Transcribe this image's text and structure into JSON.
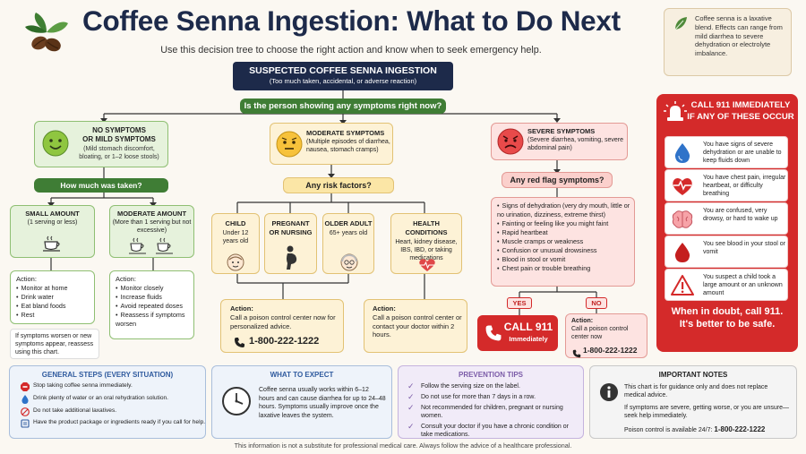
{
  "header": {
    "title": "Coffee Senna Ingestion: What to Do Next",
    "subtitle": "Use this decision tree to choose the right action and know when to seek emergency help."
  },
  "info_box": "Coffee senna is a laxative blend. Effects can range from mild diarrhea to severe dehydration or electrolyte imbalance.",
  "top": {
    "title": "SUSPECTED COFFEE SENNA INGESTION",
    "subtitle": "(Too much taken, accidental, or adverse reaction)",
    "question": "Is the person showing any symptoms right now?"
  },
  "mild": {
    "title_l1": "NO SYMPTOMS",
    "title_l2": "OR MILD SYMPTOMS",
    "desc": "(Mild stomach discomfort, bloating, or 1–2 loose stools)",
    "question": "How much was taken?",
    "small": {
      "title": "SMALL AMOUNT",
      "desc": "(1 serving or less)",
      "action_label": "Action:",
      "actions": [
        "Monitor at home",
        "Drink water",
        "Eat bland foods",
        "Rest"
      ],
      "note": "If symptoms worsen or new symptoms appear, reassess using this chart."
    },
    "moderate": {
      "title": "MODERATE AMOUNT",
      "desc": "(More than 1 serving but not excessive)",
      "action_label": "Action:",
      "actions": [
        "Monitor closely",
        "Increase fluids",
        "Avoid repeated doses",
        "Reassess if symptoms worsen"
      ]
    }
  },
  "moderate_sym": {
    "title": "MODERATE SYMPTOMS",
    "desc": "(Multiple episodes of diarrhea, nausea, stomach cramps)",
    "question": "Any risk factors?",
    "factors": [
      {
        "title": "CHILD",
        "desc": "Under 12 years old"
      },
      {
        "title": "PREGNANT OR NURSING",
        "desc": ""
      },
      {
        "title": "OLDER ADULT",
        "desc": "65+ years old"
      },
      {
        "title": "HEALTH CONDITIONS",
        "desc": "Heart, kidney disease, IBS, IBD, or taking medications"
      }
    ],
    "action_left": {
      "label": "Action:",
      "text": "Call a poison control center now for personalized advice.",
      "phone": "1-800-222-1222"
    },
    "action_right": {
      "label": "Action:",
      "text": "Call a poison control center or contact your doctor within 2 hours."
    }
  },
  "severe": {
    "title": "SEVERE SYMPTOMS",
    "desc": "(Severe diarrhea, vomiting, severe abdominal pain)",
    "question": "Any red flag symptoms?",
    "flags": [
      "Signs of dehydration (very dry mouth, little or no urination, dizziness, extreme thirst)",
      "Fainting or feeling like you might faint",
      "Rapid heartbeat",
      "Muscle cramps or weakness",
      "Confusion or unusual drowsiness",
      "Blood in stool or vomit",
      "Chest pain or trouble breathing"
    ],
    "yes": "YES",
    "no": "NO",
    "call_911": "CALL 911",
    "immediately": "Immediately",
    "no_action": {
      "label": "Action:",
      "text": "Call a poison control center now",
      "phone": "1-800-222-1222"
    }
  },
  "emergency": {
    "title": "CALL 911 IMMEDIATELY IF ANY OF THESE OCCUR",
    "items": [
      {
        "icon": "water-drop-icon",
        "text": "You have signs of severe dehydration or are unable to keep fluids down"
      },
      {
        "icon": "heartbeat-icon",
        "text": "You have chest pain, irregular heartbeat, or difficulty breathing"
      },
      {
        "icon": "brain-icon",
        "text": "You are confused, very drowsy, or hard to wake up"
      },
      {
        "icon": "blood-drop-icon",
        "text": "You see blood in your stool or vomit"
      },
      {
        "icon": "warning-icon",
        "text": "You suspect a child took a large amount or an unknown amount"
      }
    ],
    "footer": "When in doubt, call 911. It's better to be safe."
  },
  "general_steps": {
    "title": "GENERAL STEPS (EVERY SITUATION)",
    "items": [
      "Stop taking coffee senna immediately.",
      "Drink plenty of water or an oral rehydration solution.",
      "Do not take additional laxatives.",
      "Have the product package or ingredients ready if you call for help."
    ]
  },
  "what_to_expect": {
    "title": "WHAT TO EXPECT",
    "text": "Coffee senna usually works within 6–12 hours and can cause diarrhea for up to 24–48 hours. Symptoms usually improve once the laxative leaves the system."
  },
  "prevention": {
    "title": "PREVENTION TIPS",
    "items": [
      "Follow the serving size on the label.",
      "Do not use for more than 7 days in a row.",
      "Not recommended for children, pregnant or nursing women.",
      "Consult your doctor if you have a chronic condition or take medications."
    ]
  },
  "notes": {
    "title": "IMPORTANT NOTES",
    "text1": "This chart is for guidance only and does not replace medical advice.",
    "text2": "If symptoms are severe, getting worse, or you are unsure—seek help immediately.",
    "poison_prefix": "Poison control is available 24/7: ",
    "poison_phone": "1-800-222-1222"
  },
  "disclaimer": "This information is not a substitute for professional medical care. Always follow the advice of a healthcare professional.",
  "colors": {
    "navy": "#1d2a4a",
    "green": "#4f8a3a",
    "yellow": "#e7b43c",
    "red": "#d42a2a",
    "blue": "#2f5a9e",
    "purple": "#7b5ba8"
  }
}
